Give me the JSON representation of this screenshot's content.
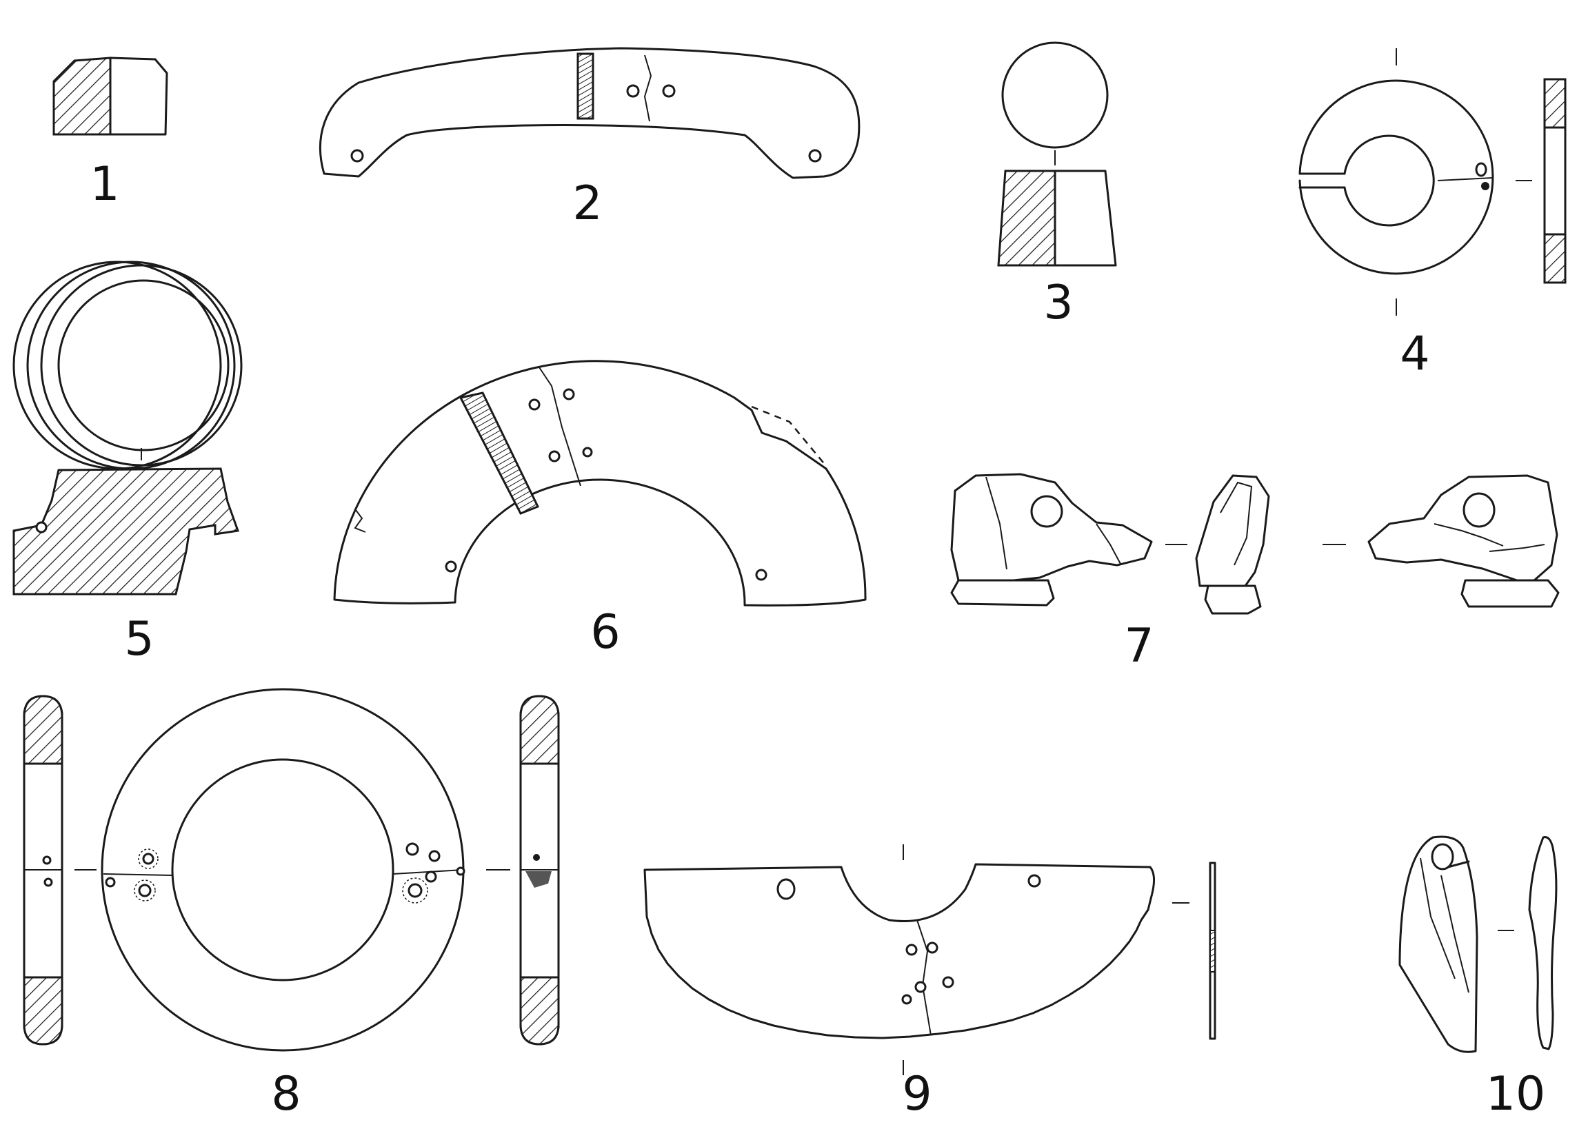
{
  "figure_labels": [
    "1",
    "2",
    "3",
    "4",
    "5",
    "6",
    "7",
    "8",
    "9",
    "10"
  ],
  "style": {
    "ink": "#1a1a1a",
    "background": "#ffffff"
  }
}
